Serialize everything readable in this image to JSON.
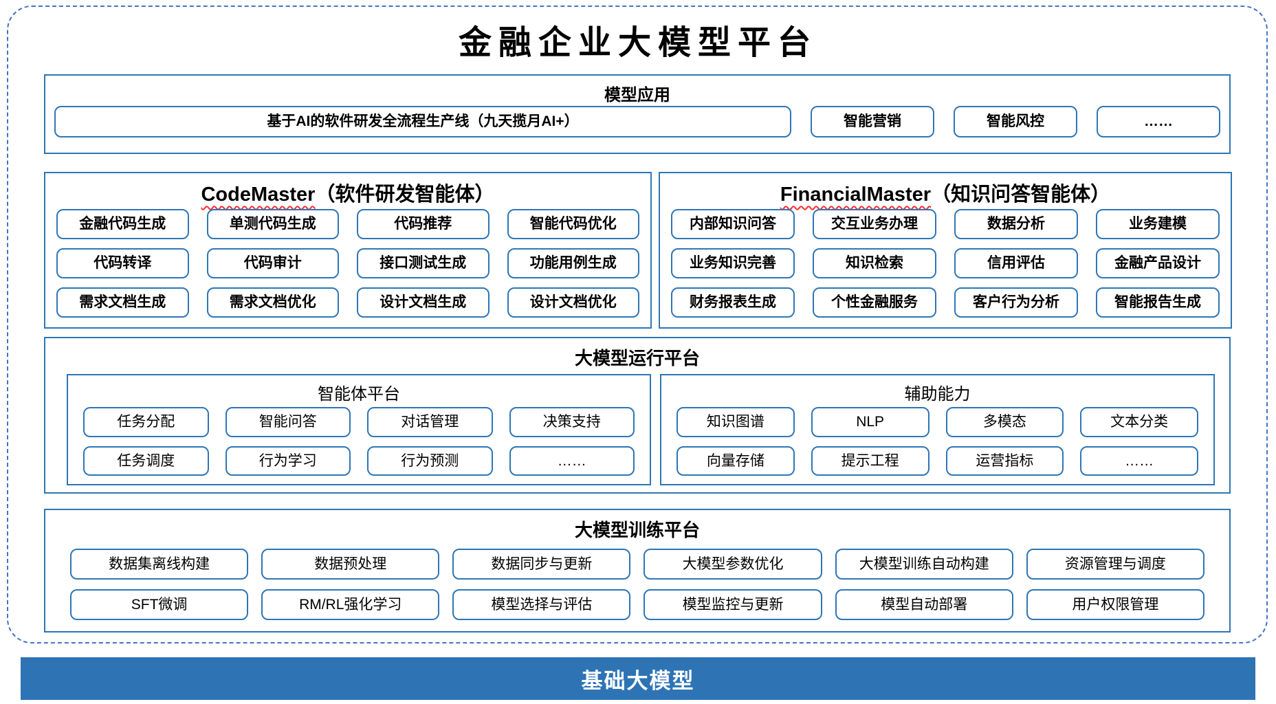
{
  "page": {
    "title": "金融企业大模型平台"
  },
  "model_app": {
    "title": "模型应用",
    "pipeline": "基于AI的软件研发全流程生产线（九天揽月AI+）",
    "items": [
      "智能营销",
      "智能风控",
      "……"
    ]
  },
  "code_master": {
    "name": "CodeMaster",
    "subtitle": "（软件研发智能体）",
    "items": [
      "金融代码生成",
      "单测代码生成",
      "代码推荐",
      "智能代码优化",
      "代码转译",
      "代码审计",
      "接口测试生成",
      "功能用例生成",
      "需求文档生成",
      "需求文档优化",
      "设计文档生成",
      "设计文档优化"
    ]
  },
  "financial_master": {
    "name": "FinancialMaster",
    "subtitle": "（知识问答智能体）",
    "items": [
      "内部知识问答",
      "交互业务办理",
      "数据分析",
      "业务建模",
      "业务知识完善",
      "知识检索",
      "信用评估",
      "金融产品设计",
      "财务报表生成",
      "个性金融服务",
      "客户行为分析",
      "智能报告生成"
    ]
  },
  "runtime": {
    "title": "大模型运行平台",
    "agent_platform": {
      "title": "智能体平台",
      "items": [
        "任务分配",
        "智能问答",
        "对话管理",
        "决策支持",
        "任务调度",
        "行为学习",
        "行为预测",
        "……"
      ]
    },
    "aux_ability": {
      "title": "辅助能力",
      "items": [
        "知识图谱",
        "NLP",
        "多模态",
        "文本分类",
        "向量存储",
        "提示工程",
        "运营指标",
        "……"
      ]
    }
  },
  "training": {
    "title": "大模型训练平台",
    "items": [
      "数据集离线构建",
      "数据预处理",
      "数据同步与更新",
      "大模型参数优化",
      "大模型训练自动构建",
      "资源管理与调度",
      "SFT微调",
      "RM/RL强化学习",
      "模型选择与评估",
      "模型监控与更新",
      "模型自动部署",
      "用户权限管理"
    ]
  },
  "base_model": {
    "label": "基础大模型"
  },
  "colors": {
    "border_blue": "#2E75B6",
    "dashed_blue": "#4472C4",
    "bar_bg": "#2E74B5",
    "wavy_red": "#FF2D2D"
  }
}
